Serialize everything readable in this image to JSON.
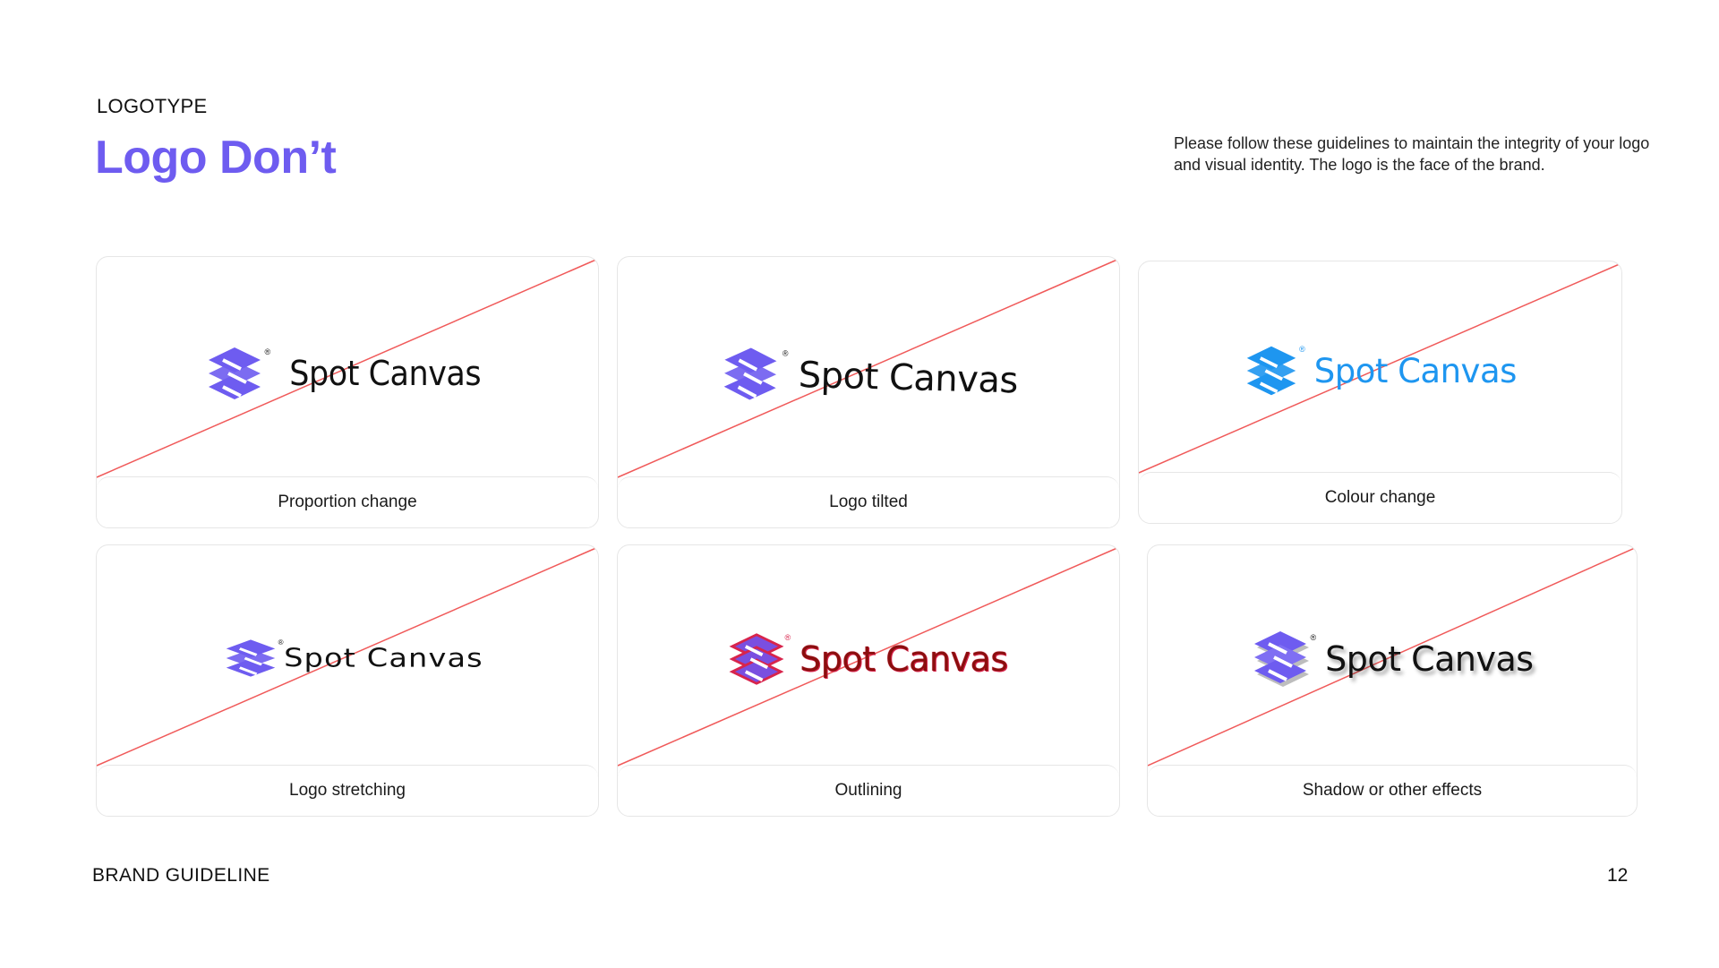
{
  "header": {
    "eyebrow": "LOGOTYPE",
    "title": "Logo Don’t",
    "intro": "Please follow these guidelines to maintain the integrity of your logo and visual identity. The logo is the face of the brand."
  },
  "brand": {
    "wordmark": "Spot Canvas",
    "registered_mark": "®",
    "primary_color": "#6E5CF0",
    "strike_color": "#F05A5A"
  },
  "cards": [
    {
      "caption": "Proportion change",
      "icon": "spot-canvas-logo-icon",
      "wordmark_color": "#111111",
      "mark_color": "#6E5CF0"
    },
    {
      "caption": "Logo tilted",
      "icon": "spot-canvas-logo-icon",
      "wordmark_color": "#111111",
      "mark_color": "#6E5CF0"
    },
    {
      "caption": "Colour change",
      "icon": "spot-canvas-logo-icon",
      "wordmark_color": "#1E96F0",
      "mark_color": "#1E96F0"
    },
    {
      "caption": "Logo stretching",
      "icon": "spot-canvas-logo-icon",
      "wordmark_color": "#111111",
      "mark_color": "#6E5CF0"
    },
    {
      "caption": "Outlining",
      "icon": "spot-canvas-logo-icon",
      "wordmark_color": "#8B0E0E",
      "mark_color": "#D8244C"
    },
    {
      "caption": "Shadow or other effects",
      "icon": "spot-canvas-logo-icon",
      "wordmark_color": "#111111",
      "mark_color": "#6E5CF0"
    }
  ],
  "footer": {
    "label": "BRAND GUIDELINE",
    "page_number": "12"
  }
}
